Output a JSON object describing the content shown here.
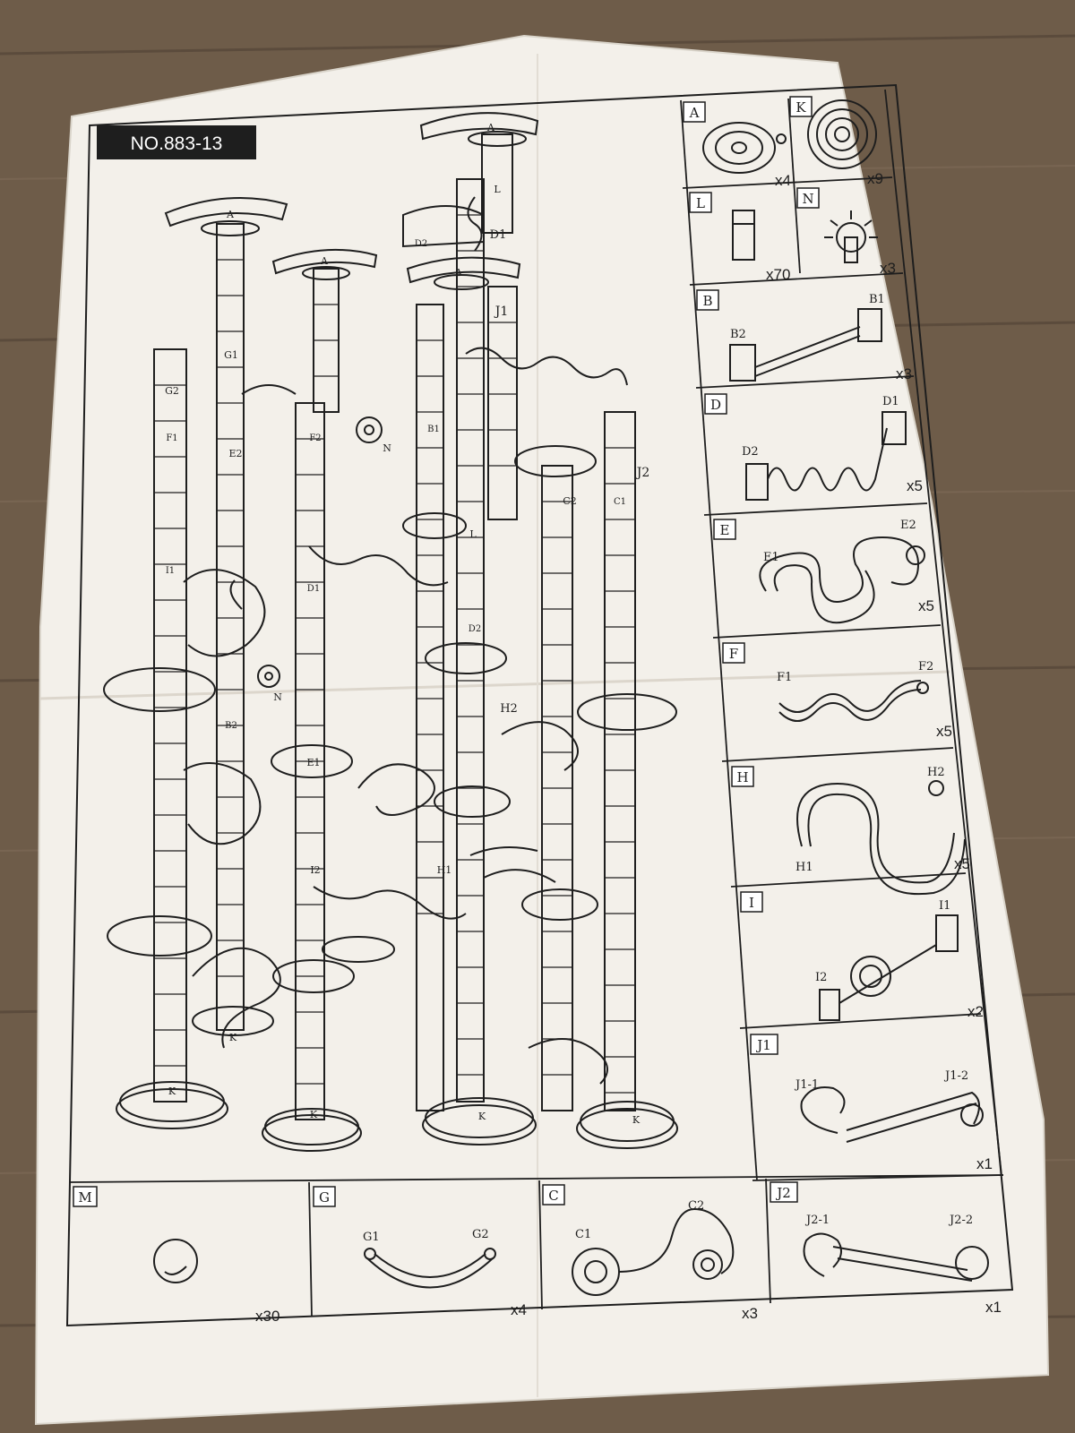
{
  "sheet": {
    "model_number": "NO.883-13"
  },
  "tower_labels": [
    "A",
    "A",
    "A",
    "A",
    "L",
    "D1",
    "D2",
    "J1",
    "G1",
    "G2",
    "E1",
    "E2",
    "F1",
    "F2",
    "H1",
    "H2",
    "I1",
    "I2",
    "B1",
    "B2",
    "C1",
    "C2",
    "D1",
    "D2",
    "J2",
    "K",
    "K",
    "K",
    "K",
    "K",
    "N",
    "N",
    "L"
  ],
  "parts": [
    {
      "code": "A",
      "ends": [],
      "qty": "x4"
    },
    {
      "code": "K",
      "ends": [],
      "qty": "x9"
    },
    {
      "code": "L",
      "ends": [],
      "qty": "x70"
    },
    {
      "code": "N",
      "ends": [],
      "qty": "x3"
    },
    {
      "code": "B",
      "ends": [
        "B2",
        "B1"
      ],
      "qty": "x3"
    },
    {
      "code": "D",
      "ends": [
        "D2",
        "D1"
      ],
      "qty": "x5"
    },
    {
      "code": "E",
      "ends": [
        "E1",
        "E2"
      ],
      "qty": "x5"
    },
    {
      "code": "F",
      "ends": [
        "F1",
        "F2"
      ],
      "qty": "x5"
    },
    {
      "code": "H",
      "ends": [
        "H1",
        "H2"
      ],
      "qty": "x5"
    },
    {
      "code": "I",
      "ends": [
        "I2",
        "I1"
      ],
      "qty": "x2"
    },
    {
      "code": "J1",
      "ends": [
        "J1-1",
        "J1-2"
      ],
      "qty": "x1"
    },
    {
      "code": "M",
      "ends": [],
      "qty": "x30"
    },
    {
      "code": "G",
      "ends": [
        "G1",
        "G2"
      ],
      "qty": "x4"
    },
    {
      "code": "C",
      "ends": [
        "C1",
        "C2"
      ],
      "qty": "x3"
    },
    {
      "code": "J2",
      "ends": [
        "J2-1",
        "J2-2"
      ],
      "qty": "x1"
    }
  ],
  "colors": {
    "paper": "#f3f0ea",
    "ink": "#1e1e1e",
    "wood": "#6b5a47"
  }
}
